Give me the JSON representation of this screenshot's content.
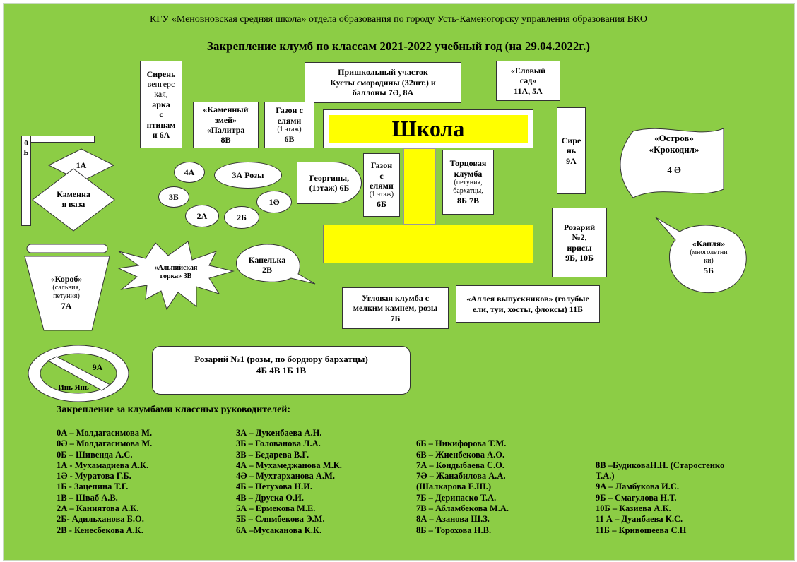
{
  "header": "КГУ «Меновновская средняя школа» отдела образования по городу Усть-Каменогорску управления образования ВКО",
  "title": "Закрепление клумб по классам 2021-2022 учебный год (на 29.04.2022г.)",
  "school_label": "Школа",
  "colors": {
    "background": "#8ccd45",
    "school": "#ffff00",
    "box": "#ffffff"
  },
  "beds": {
    "siren_hung": "Сирень",
    "siren_hung_2": "венгерс",
    "siren_hung_3": "кая,",
    "siren_hung_4": "арка",
    "siren_hung_5": "с",
    "siren_hung_6": "птицам",
    "siren_hung_7": "и 6А",
    "pri_line1": "Пришкольный участок",
    "pri_line2": "Кусты смородины (32шт.) и",
    "pri_line3": "баллоны  7Ә, 8А",
    "elovy_1": "«Еловый",
    "elovy_2": "сад»",
    "elovy_3": "11А, 5А",
    "kamen_1": "«Каменный",
    "kamen_2": "змей»",
    "kamen_3": "«Палитра",
    "kamen_4": "8В",
    "gazon1_1": "Газон с",
    "gazon1_2": "елями",
    "gazon1_3": "(1 этаж)",
    "gazon1_4": "6В",
    "siren2_1": "Сире",
    "siren2_2": "нь",
    "siren2_3": "9А",
    "ostrov_1": "«Остров»",
    "ostrov_2": "«Крокодил»",
    "ostrov_3": "4 Ә",
    "ob_1": "0",
    "ob_2": "Б",
    "a1": "1А",
    "kam_vaza_1": "Каменна",
    "kam_vaza_2": "я ваза",
    "c4a": "4А",
    "c3a": "3А Розы",
    "c3b": "3Б",
    "c1ae": "1Ә",
    "c2a": "2А",
    "c2b": "2Б",
    "georg_1": "Георгины,",
    "georg_2": "(1этаж) 6Б",
    "gazon2_1": "Газон",
    "gazon2_2": "с",
    "gazon2_3": "елями",
    "gazon2_4": "(1 этаж)",
    "gazon2_5": "6Б",
    "torc_1": "Торцовая",
    "torc_2": "клумба",
    "torc_3": "(петуния,",
    "torc_4": "бархатцы,",
    "torc_5": "8Б 7В",
    "roz2_1": "Розарий",
    "roz2_2": "№2,",
    "roz2_3": "ирисы",
    "roz2_4": "9Б, 10Б",
    "kaplya_1": "«Капля»",
    "kaplya_2": "(многолетни",
    "kaplya_3": "ки)",
    "kaplya_4": "5Б",
    "korob_1": "«Короб»",
    "korob_2": "(сальвия,",
    "korob_3": "петуния)",
    "korob_4": "7А",
    "alp_1": "«Альпийская",
    "alp_2": "горка» 3В",
    "kapelka_1": "Капелька",
    "kapelka_2": "2В",
    "ugl_1": "Угловая клумба с",
    "ugl_2": "мелким камнем, розы",
    "ugl_3": "7Б",
    "alleya_1": "«Аллея выпускников» (голубые",
    "alleya_2": "ели, туи, хосты, флоксы) 11Б",
    "roz1_1": "Розарий №1 (розы, по бордюру бархатцы)",
    "roz1_2": "4Б 4В 1Б 1В",
    "inyan_1": "9А",
    "inyan_2": "Инь Янь"
  },
  "legend": {
    "title": "Закрепление  за клумбами классных руководителей:",
    "col1": [
      "0А – Молдагасимова М.",
      "0Ә – Молдагасимова М.",
      "0Б – Шивенда А.С.",
      "1А - Мухамадиева А.К.",
      "1Ә - Муратова Г.Б.",
      "1Б - Зацепина Т.Г.",
      "1В – Шваб А.В.",
      "2А – Каниятова А.К.",
      "2Б- Адильханова Б.О.",
      "2В - Кенесбекова А.К."
    ],
    "col2": [
      "3А – Дукенбаева А.Н.",
      "3Б – Голованова Л.А.",
      "3В – Бедарева В.Г.",
      "4А – Мухамеджанова М.К.",
      "4Ә – Мухтарханова А.М.",
      "4Б – Петухова Н.И.",
      "4В – Друска О.И.",
      "5А – Ермекова М.Е.",
      "5Б – Слямбекова Э.М.",
      "6А –Мусаканова К.К."
    ],
    "col3": [
      "",
      "6Б – Никифорова Т.М.",
      "6В – Жиенбекова А.О.",
      "7А – Кондыбаева С.О.",
      "7Ә – Жанабилова А.А.",
      "(Шалкарова  Е.Ш.)",
      "7Б – Дерипаско Т.А.",
      "7В – Абламбекова М.А.",
      "8А – Азанова Ш.З.",
      "8Б – Торохова Н.В."
    ],
    "col4": [
      "",
      "",
      "",
      "8В –БудиковаН.Н. (Старостенко",
      "Т.А.)",
      "9А – Ламбукова И.С.",
      "9Б – Смагулова Н.Т.",
      "10Б – Казиева А.К.",
      "11 А – Дуанбаева К.С.",
      "11Б – Кривошеева  С.Н"
    ]
  }
}
